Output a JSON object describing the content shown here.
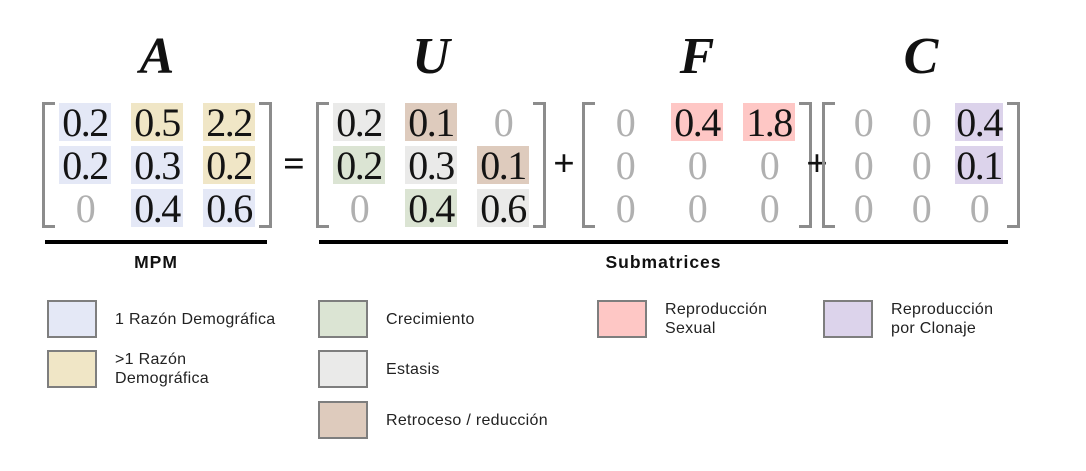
{
  "sections": {
    "mpm": "MPM",
    "submatrices": "Submatrices"
  },
  "colors": {
    "demo1": "#E4E8F6",
    "demo_multi": "#F0E6C6",
    "growth": "#DBE4D3",
    "stasis": "#EAEAE9",
    "regression": "#DECBBD",
    "sexual": "#FEC7C5",
    "clonal": "#DCD3EB",
    "zero_text": "#B0B0B0",
    "value_text": "#141414",
    "bracket": "#8C8C8C"
  },
  "equation": {
    "operators": [
      "=",
      "+",
      "+"
    ],
    "matrices": [
      {
        "label": "A",
        "cells": [
          [
            {
              "v": "0.2",
              "k": "demo1"
            },
            {
              "v": "0.5",
              "k": "demo_multi"
            },
            {
              "v": "2.2",
              "k": "demo_multi"
            }
          ],
          [
            {
              "v": "0.2",
              "k": "demo1"
            },
            {
              "v": "0.3",
              "k": "demo1"
            },
            {
              "v": "0.2",
              "k": "demo_multi"
            }
          ],
          [
            {
              "v": "0",
              "k": "none"
            },
            {
              "v": "0.4",
              "k": "demo1"
            },
            {
              "v": "0.6",
              "k": "demo1"
            }
          ]
        ]
      },
      {
        "label": "U",
        "cells": [
          [
            {
              "v": "0.2",
              "k": "stasis"
            },
            {
              "v": "0.1",
              "k": "regression"
            },
            {
              "v": "0",
              "k": "none"
            }
          ],
          [
            {
              "v": "0.2",
              "k": "growth"
            },
            {
              "v": "0.3",
              "k": "stasis"
            },
            {
              "v": "0.1",
              "k": "regression"
            }
          ],
          [
            {
              "v": "0",
              "k": "none"
            },
            {
              "v": "0.4",
              "k": "growth"
            },
            {
              "v": "0.6",
              "k": "stasis"
            }
          ]
        ]
      },
      {
        "label": "F",
        "cells": [
          [
            {
              "v": "0",
              "k": "none"
            },
            {
              "v": "0.4",
              "k": "sexual"
            },
            {
              "v": "1.8",
              "k": "sexual"
            }
          ],
          [
            {
              "v": "0",
              "k": "none"
            },
            {
              "v": "0",
              "k": "none"
            },
            {
              "v": "0",
              "k": "none"
            }
          ],
          [
            {
              "v": "0",
              "k": "none"
            },
            {
              "v": "0",
              "k": "none"
            },
            {
              "v": "0",
              "k": "none"
            }
          ]
        ]
      },
      {
        "label": "C",
        "cells": [
          [
            {
              "v": "0",
              "k": "none"
            },
            {
              "v": "0",
              "k": "none"
            },
            {
              "v": "0.4",
              "k": "clonal"
            }
          ],
          [
            {
              "v": "0",
              "k": "none"
            },
            {
              "v": "0",
              "k": "none"
            },
            {
              "v": "0.1",
              "k": "clonal"
            }
          ],
          [
            {
              "v": "0",
              "k": "none"
            },
            {
              "v": "0",
              "k": "none"
            },
            {
              "v": "0",
              "k": "none"
            }
          ]
        ]
      }
    ]
  },
  "legend": {
    "items": [
      {
        "key": "demo1",
        "label": "1 Razón Demográfica"
      },
      {
        "key": "growth",
        "label": "Crecimiento"
      },
      {
        "key": "sexual",
        "label": "Reproducción\nSexual"
      },
      {
        "key": "clonal",
        "label": "Reproducción\npor Clonaje"
      },
      {
        "key": "demo_multi",
        "label": ">1 Razón\nDemográfica"
      },
      {
        "key": "stasis",
        "label": "Estasis"
      },
      {
        "key": "regression",
        "label": "Retroceso / reducción"
      }
    ]
  }
}
